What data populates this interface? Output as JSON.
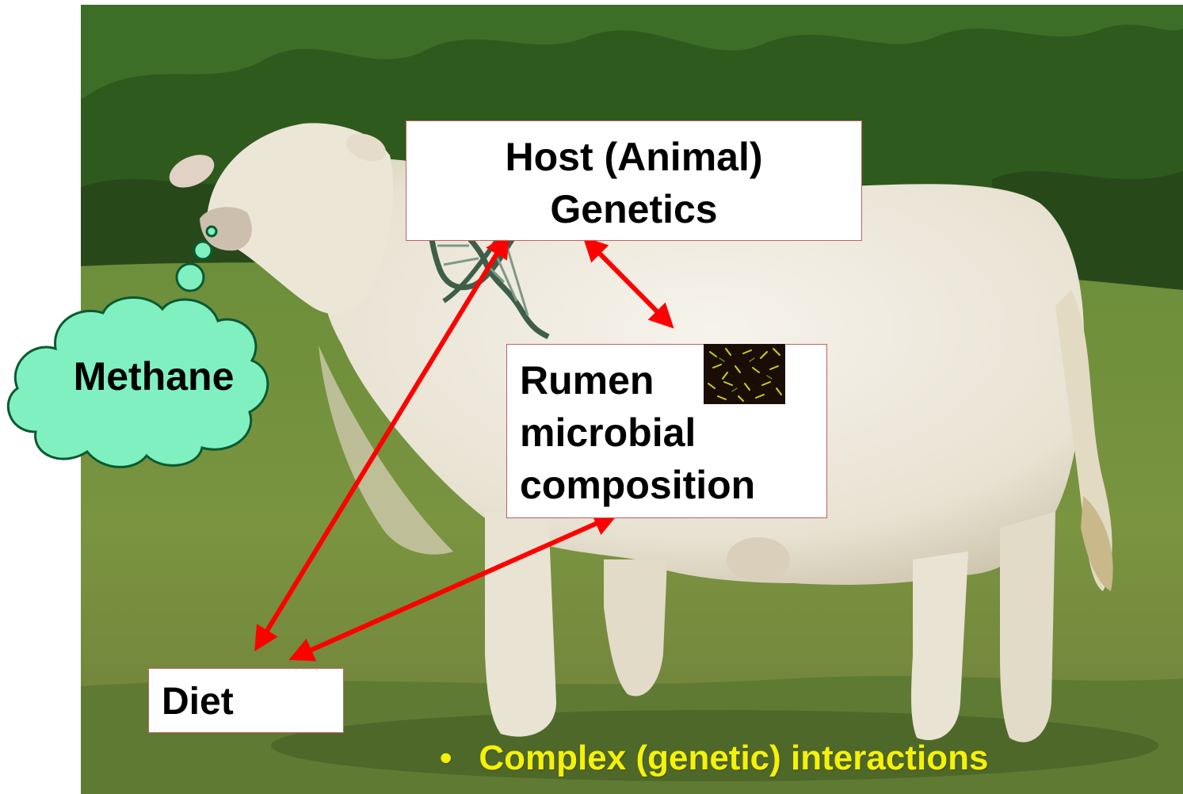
{
  "diagram": {
    "host_label_line1": "Host (Animal)",
    "host_label_line2": "Genetics",
    "rumen_label_line1": "Rumen",
    "rumen_label_line2": "microbial",
    "rumen_label_line3": "composition",
    "diet_label": "Diet",
    "methane_label": "Methane",
    "bullet_marker": "•",
    "bullet_text": "Complex (genetic) interactions"
  },
  "colors": {
    "arrow": "#ff0000",
    "cloud_fill": "#80f0c0",
    "cloud_stroke": "#0a5a30",
    "bullet_text": "#f4f20a",
    "box_border": "#c06060"
  },
  "icons": {
    "dna": "dna-helix-icon",
    "cloud": "thought-cloud-icon",
    "microbes": "microbe-image-icon"
  }
}
